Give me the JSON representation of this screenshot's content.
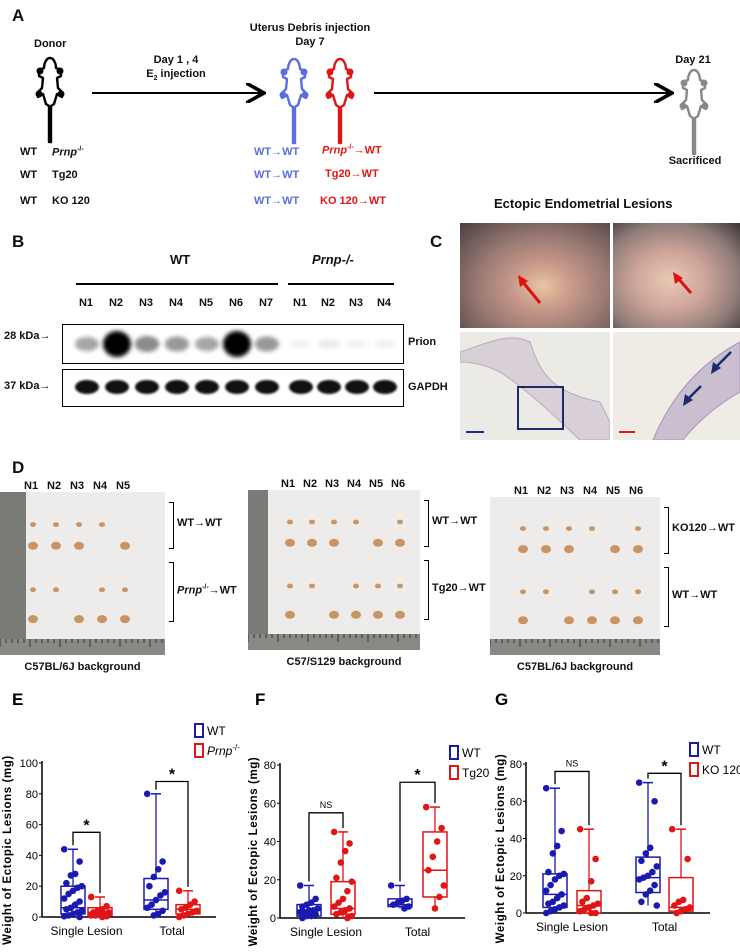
{
  "panelA": {
    "label": "A",
    "donor": "Donor",
    "e2_days": "Day 1 , 4",
    "e2_E": "E",
    "e2_sub": "2",
    "e2_rest": " injection",
    "uterus": "Uterus Debris injection",
    "day7": "Day 7",
    "day21": "Day 21",
    "sacrificed": "Sacrificed",
    "rows": [
      {
        "wt": "WT",
        "other": "Prnp",
        "other_sup": "-/-",
        "blue": "WT→WT",
        "red": "Prnp",
        "red_sup": "-/-",
        "red_rest": "→WT"
      },
      {
        "wt": "WT",
        "other": "Tg20",
        "blue": "WT→WT",
        "red": "Tg20→WT"
      },
      {
        "wt": "WT",
        "other": "KO 120",
        "blue": "WT→WT",
        "red": "KO 120→WT"
      }
    ],
    "colors": {
      "blue": "#5a6ee0",
      "red": "#e01515",
      "grey": "#888888"
    }
  },
  "panelB": {
    "label": "B",
    "group_wt": "WT",
    "group_ko": "Prnp-/-",
    "lanes_wt": [
      "N1",
      "N2",
      "N3",
      "N4",
      "N5",
      "N6",
      "N7"
    ],
    "lanes_ko": [
      "N1",
      "N2",
      "N3",
      "N4"
    ],
    "marker_28": "28 kDa",
    "marker_37": "37 kDa",
    "band_prion": "Prion",
    "band_gapdh": "GAPDH"
  },
  "panelC": {
    "label": "C",
    "title": "Ectopic Endometrial Lesions"
  },
  "panelD": {
    "label": "D",
    "photos": [
      {
        "lanes": [
          "N1",
          "N2",
          "N3",
          "N4",
          "N5"
        ],
        "top": "WT→WT",
        "bottom_it": "Prnp",
        "bottom_sup": "-/-",
        "bottom_rest": "→WT",
        "caption": "C57BL/6J background"
      },
      {
        "lanes": [
          "N1",
          "N2",
          "N3",
          "N4",
          "N5",
          "N6"
        ],
        "top": "WT→WT",
        "bottom": "Tg20→WT",
        "caption": "C57/S129 background"
      },
      {
        "lanes": [
          "N1",
          "N2",
          "N3",
          "N4",
          "N5",
          "N6"
        ],
        "top": "KO120→WT",
        "bottom": "WT→WT",
        "caption": "C57BL/6J background"
      }
    ]
  },
  "chart_data": [
    {
      "panel": "E",
      "type": "box",
      "ylabel": "Weight of Ectopic Lesions (mg)",
      "categories": [
        "Single Lesion",
        "Total"
      ],
      "ylim": [
        0,
        100
      ],
      "yticks": [
        0,
        20,
        40,
        60,
        80,
        100
      ],
      "legend": [
        {
          "name": "WT",
          "color": "#1a1ab0"
        },
        {
          "name": "Prnp",
          "sup": "-/-",
          "italic": true,
          "color": "#e01515"
        }
      ],
      "series": [
        {
          "name": "WT",
          "color": "#1a1ab0",
          "groups": [
            {
              "min": 0,
              "q1": 2,
              "median": 6,
              "q3": 20,
              "max": 44,
              "points": [
                44,
                36,
                28,
                27,
                22,
                20,
                19,
                17,
                15,
                12,
                10,
                8,
                6,
                5,
                4,
                3,
                2,
                1,
                0.5,
                0
              ]
            },
            {
              "min": 1,
              "q1": 5,
              "median": 11,
              "q3": 25,
              "max": 80,
              "points": [
                80,
                36,
                31,
                26,
                20,
                16,
                14,
                11,
                8,
                6,
                4,
                2,
                1
              ]
            }
          ]
        },
        {
          "name": "Prnp-/-",
          "color": "#e01515",
          "groups": [
            {
              "min": 0,
              "q1": 1,
              "median": 3,
              "q3": 6,
              "max": 13,
              "points": [
                13,
                7,
                5,
                4,
                3,
                3,
                2,
                2,
                1,
                1,
                0.5,
                0
              ]
            },
            {
              "min": 0,
              "q1": 2,
              "median": 5,
              "q3": 8,
              "max": 17,
              "points": [
                17,
                10,
                8,
                6,
                5,
                4,
                3,
                2,
                1,
                0
              ]
            }
          ]
        }
      ],
      "significance": [
        {
          "category": "Single Lesion",
          "label": "*",
          "y": 55
        },
        {
          "category": "Total",
          "label": "*",
          "y": 88
        }
      ]
    },
    {
      "panel": "F",
      "type": "box",
      "ylabel": "Weight of Ectopic Lesions (mg)",
      "categories": [
        "Single Lesion",
        "Total"
      ],
      "ylim": [
        0,
        80
      ],
      "yticks": [
        0,
        20,
        40,
        60,
        80
      ],
      "legend": [
        {
          "name": "WT",
          "color": "#1a1ab0"
        },
        {
          "name": "Tg20",
          "color": "#e01515"
        }
      ],
      "series": [
        {
          "name": "WT",
          "color": "#1a1ab0",
          "groups": [
            {
              "min": 0,
              "q1": 1,
              "median": 4,
              "q3": 7,
              "max": 17,
              "points": [
                17,
                10,
                8,
                7,
                6,
                5,
                4,
                4,
                3,
                3,
                2,
                1,
                1,
                0
              ]
            },
            {
              "min": 5,
              "q1": 6,
              "median": 7,
              "q3": 10,
              "max": 17,
              "points": [
                17,
                10,
                9,
                8,
                7,
                6,
                5
              ]
            }
          ]
        },
        {
          "name": "Tg20",
          "color": "#e01515",
          "groups": [
            {
              "min": 0,
              "q1": 2,
              "median": 5,
              "q3": 19,
              "max": 45,
              "points": [
                45,
                39,
                35,
                29,
                21,
                19,
                14,
                10,
                8,
                6,
                5,
                4,
                3,
                2,
                1,
                0
              ]
            },
            {
              "min": 5,
              "q1": 11,
              "median": 25,
              "q3": 45,
              "max": 58,
              "points": [
                58,
                47,
                40,
                32,
                25,
                17,
                11,
                5
              ]
            }
          ]
        }
      ],
      "significance": [
        {
          "category": "Single Lesion",
          "label": "NS",
          "y": 55
        },
        {
          "category": "Total",
          "label": "*",
          "y": 71
        }
      ]
    },
    {
      "panel": "G",
      "type": "box",
      "ylabel": "Weight of Ectopic Lesions (mg)",
      "categories": [
        "Single Lesion",
        "Total"
      ],
      "ylim": [
        0,
        80
      ],
      "yticks": [
        0,
        20,
        40,
        60,
        80
      ],
      "legend": [
        {
          "name": "WT",
          "color": "#1a1ab0"
        },
        {
          "name": "KO 120",
          "color": "#e01515"
        }
      ],
      "series": [
        {
          "name": "WT",
          "color": "#1a1ab0",
          "groups": [
            {
              "min": 0,
              "q1": 3,
              "median": 10,
              "q3": 21,
              "max": 67,
              "points": [
                67,
                44,
                36,
                32,
                22,
                21,
                20,
                18,
                15,
                12,
                10,
                8,
                6,
                5,
                4,
                3,
                2,
                1,
                0
              ]
            },
            {
              "min": 4,
              "q1": 11,
              "median": 19,
              "q3": 30,
              "max": 70,
              "points": [
                70,
                60,
                35,
                32,
                28,
                25,
                22,
                20,
                19,
                18,
                15,
                12,
                10,
                6,
                4
              ]
            }
          ]
        },
        {
          "name": "KO 120",
          "color": "#e01515",
          "groups": [
            {
              "min": 0,
              "q1": 0,
              "median": 4,
              "q3": 12,
              "max": 45,
              "points": [
                45,
                29,
                17,
                8,
                6,
                5,
                4,
                3,
                2,
                1,
                0,
                0
              ]
            },
            {
              "min": 0,
              "q1": 1,
              "median": 3,
              "q3": 19,
              "max": 45,
              "points": [
                45,
                29,
                7,
                6,
                4,
                3,
                2,
                1,
                0
              ]
            }
          ]
        }
      ],
      "significance": [
        {
          "category": "Single Lesion",
          "label": "NS",
          "y": 76
        },
        {
          "category": "Total",
          "label": "*",
          "y": 75
        }
      ]
    }
  ]
}
